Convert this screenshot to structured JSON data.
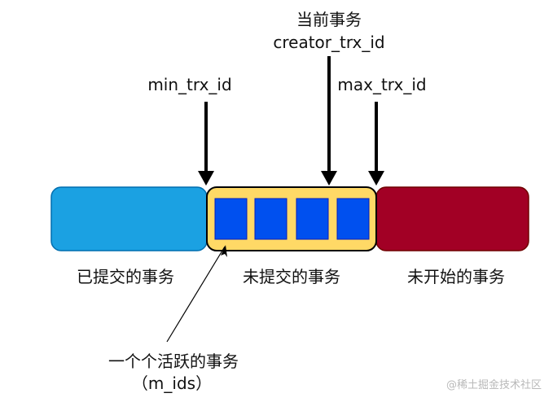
{
  "labels": {
    "current_txn": "当前事务",
    "creator_trx_id": "creator_trx_id",
    "min_trx_id": "min_trx_id",
    "max_trx_id": "max_trx_id",
    "committed": "已提交的事务",
    "uncommitted": "未提交的事务",
    "not_started": "未开始的事务",
    "active_txns_line1": "一个个活跃的事务",
    "active_txns_line2": "（m_ids）"
  },
  "colors": {
    "committed_fill": "#1ba1e2",
    "committed_stroke": "#006eaf",
    "uncommitted_fill": "#ffd966",
    "uncommitted_stroke": "#000000",
    "active_fill": "#0050ef",
    "active_stroke": "#001dbc",
    "not_started_fill": "#a20025",
    "not_started_stroke": "#6f0000",
    "arrow": "#000000"
  },
  "watermark": "@稀土掘金技术社区"
}
